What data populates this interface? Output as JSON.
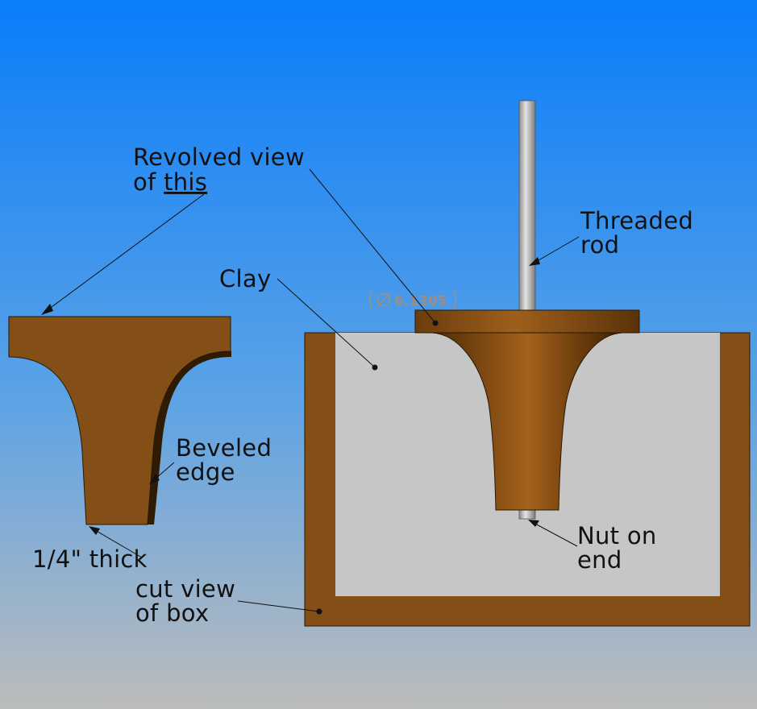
{
  "colors": {
    "sky_top": "#0a7dfa",
    "sky_bottom": "#bcbcbc",
    "wood": "#844f16",
    "wood_light": "#a8661f",
    "clay": "#c6c6c6",
    "rod": "#b6b6b6"
  },
  "labels": {
    "revolved_view_line1": "Revolved view",
    "revolved_view_line2_prefix": "of ",
    "revolved_view_line2_link": "this",
    "threaded_rod_line1": "Threaded",
    "threaded_rod_line2": "rod",
    "clay": "Clay",
    "dimension": "6.1305",
    "beveled_edge_line1": "Beveled",
    "beveled_edge_line2": "edge",
    "thickness": "1/4\" thick",
    "cut_view_line1": "cut view",
    "cut_view_line2": "of box",
    "nut_on_end_line1": "Nut on",
    "nut_on_end_line2": "end"
  }
}
